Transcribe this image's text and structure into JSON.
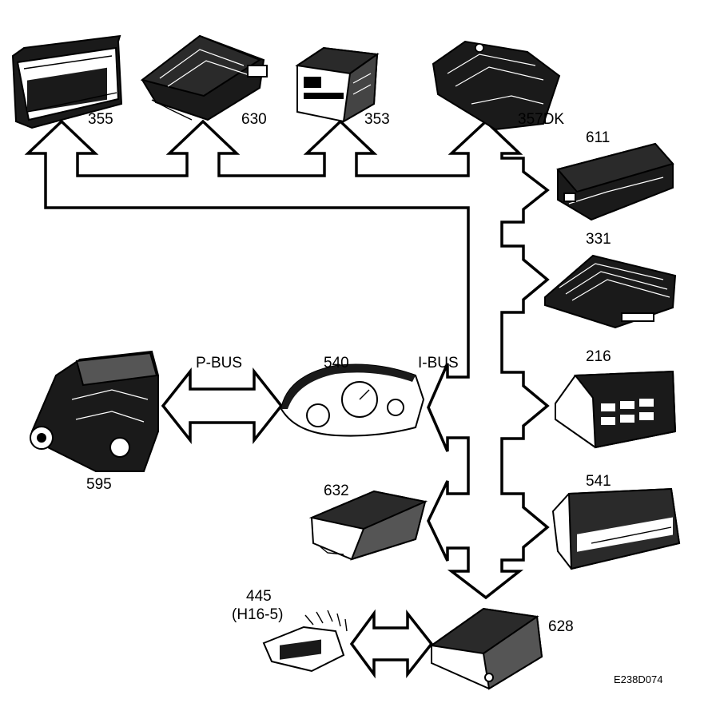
{
  "buses": {
    "p_bus": "P-BUS",
    "i_bus": "I-BUS"
  },
  "components": {
    "c355": "355",
    "c630": "630",
    "c353": "353",
    "c357": "357DK",
    "c611": "611",
    "c331": "331",
    "c216": "216",
    "c541": "541",
    "c540": "540",
    "c595": "595",
    "c632": "632",
    "c628": "628",
    "c445": "445",
    "c445_sub": "(H16-5)"
  },
  "figure_ref": "E238D074"
}
